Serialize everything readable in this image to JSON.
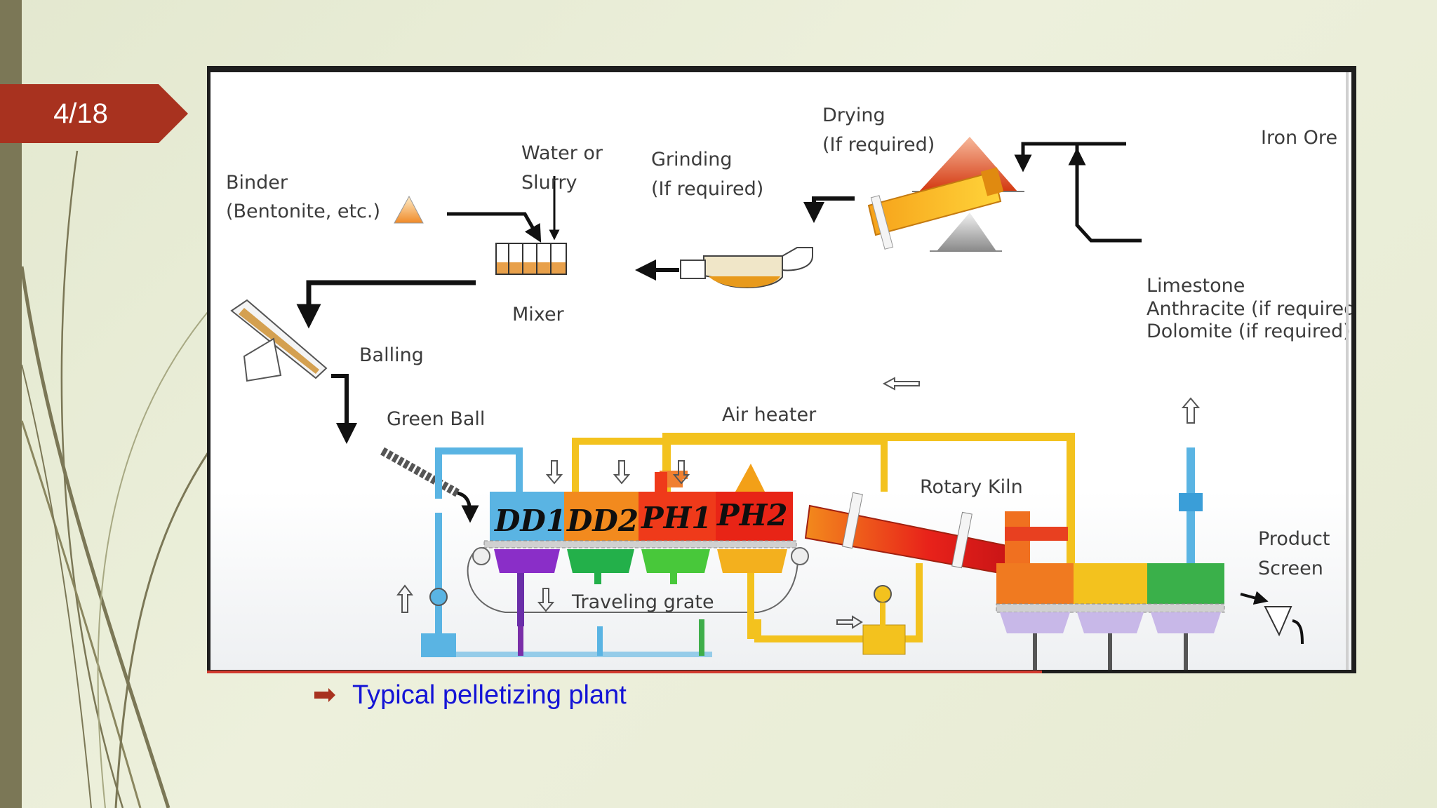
{
  "slide": {
    "page_number": "4/18",
    "caption": "Typical pelletizing plant"
  },
  "diagram": {
    "labels": {
      "binder_line1": "Binder",
      "binder_line2": "(Bentonite, etc.)",
      "water_line1": "Water or",
      "water_line2": "Slurry",
      "grinding_line1": "Grinding",
      "grinding_line2": "(If required)",
      "drying_line1": "Drying",
      "drying_line2": "(If required)",
      "iron_ore": "Iron Ore",
      "limestone": "Limestone",
      "anthracite": "Anthracite (if required)",
      "dolomite": "Dolomite (if required)",
      "mixer": "Mixer",
      "balling": "Balling",
      "green_ball": "Green Ball",
      "air_heater": "Air heater",
      "rotary_kiln": "Rotary Kiln",
      "product_line1": "Product",
      "product_line2": "Screen",
      "traveling_grate": "Traveling grate"
    },
    "stages": [
      "DD1",
      "DD2",
      "PH1",
      "PH2"
    ]
  },
  "colors": {
    "badge": "#a8321f",
    "caption_text": "#1414d6",
    "arrow": "#111111",
    "duct_yellow": "#f3c21e",
    "duct_blue": "#5ab4e3"
  }
}
